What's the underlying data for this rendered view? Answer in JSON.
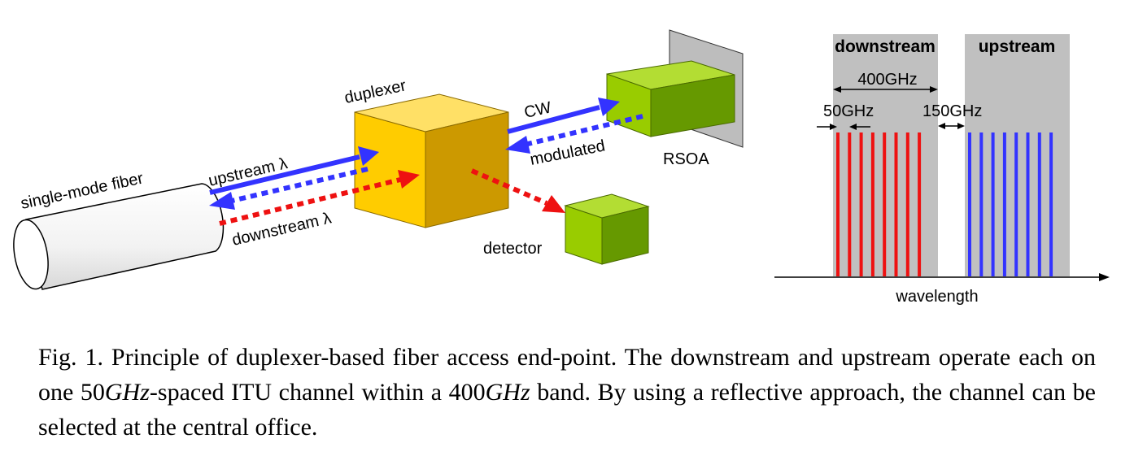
{
  "figure": {
    "labels": {
      "fiber": "single-mode fiber",
      "duplexer": "duplexer",
      "upstream_lambda": "upstream λ",
      "downstream_lambda": "downstream λ",
      "cw": "CW",
      "modulated": "modulated",
      "rsoa": "RSOA",
      "detector": "detector"
    },
    "spectrum": {
      "downstream_title": "downstream",
      "upstream_title": "upstream",
      "band_width": "400GHz",
      "channel_spacing": "50GHz",
      "guard_band": "150GHz",
      "axis_label": "wavelength",
      "downstream_channel_count": 8,
      "upstream_channel_count": 8
    },
    "colors": {
      "upstream": "#3333ff",
      "downstream": "#ee1111",
      "duplexer": "#ffcc00",
      "component_green": "#99cc00",
      "band_gray": "#c0c0c0"
    }
  },
  "caption": {
    "prefix": "Fig. 1. Principle of duplexer-based fiber access end-point. The downstream and upstream operate each on one 50",
    "unit1": "GHz",
    "middle": "-spaced ITU channel within a 400",
    "unit2": "GHz",
    "suffix": " band. By using a reflective approach, the channel can be selected at the central office."
  }
}
